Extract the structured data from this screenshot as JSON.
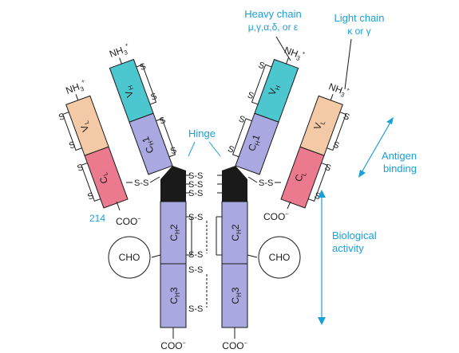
{
  "labels": {
    "heavy_chain_title": "Heavy chain",
    "heavy_chain_types": "μ,γ,α,δ, or ε",
    "light_chain_title": "Light chain",
    "light_chain_types": "κ or γ",
    "hinge": "Hinge",
    "antigen_binding_1": "Antigen",
    "antigen_binding_2": "binding",
    "biological_activity_1": "Biological",
    "biological_activity_2": "activity",
    "residue_214": "214",
    "cho": "CHO",
    "disulfide": "S-S",
    "sulfur": "S"
  },
  "termini": {
    "amino": "NH",
    "amino_sub": "3",
    "amino_sup": "+",
    "carboxyl": "COO",
    "carboxyl_sup": "−"
  },
  "domains": {
    "vl": {
      "main": "V",
      "sub": "L"
    },
    "cl": {
      "main": "C",
      "sub": "L"
    },
    "vh": {
      "main": "V",
      "sub": "H"
    },
    "ch1": {
      "main": "C",
      "sub": "H",
      "num": "1"
    },
    "ch2": {
      "main": "C",
      "sub": "H",
      "num": "2"
    },
    "ch3": {
      "main": "C",
      "sub": "H",
      "num": "3"
    }
  },
  "colors": {
    "vl": "#f4c9a6",
    "cl": "#ec7a8e",
    "vh": "#4cc7cf",
    "ch": "#a9a8e0",
    "hinge": "#1a1a1a",
    "accent": "#1aa0d8"
  }
}
